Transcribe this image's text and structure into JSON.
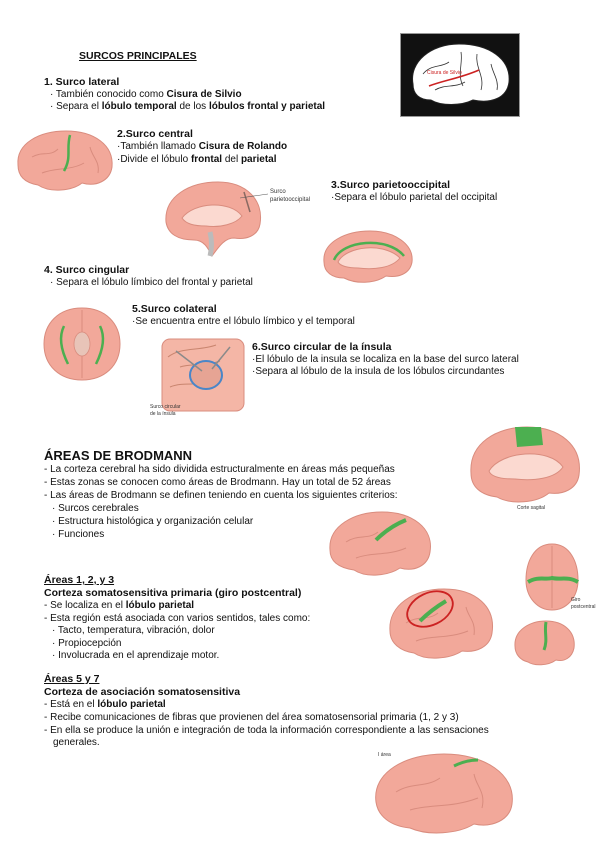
{
  "title": "SURCOS PRINCIPALES",
  "s1": {
    "heading": "1.  Surco lateral",
    "b1_pre": "·  También conocido como ",
    "b1_bold": "Cisura de Silvio",
    "b2_pre": "·  Separa el ",
    "b2_bold1": "lóbulo temporal",
    "b2_mid": " de los ",
    "b2_bold2": "lóbulos frontal y parietal"
  },
  "s2": {
    "heading": "2.Surco central",
    "b1_pre": "·También llamado ",
    "b1_bold": "Cisura de Rolando",
    "b2_pre": "·Divide el lóbulo ",
    "b2_bold1": "frontal",
    "b2_mid": " del ",
    "b2_bold2": "parietal"
  },
  "s3": {
    "heading": "3.Surco parietooccipital",
    "b1": "·Separa el lóbulo parietal del occipital",
    "label": [
      "Surco",
      "parietooccipital"
    ]
  },
  "s4": {
    "heading": "4.  Surco cingular",
    "b1": "·  Separa el lóbulo límbico del frontal y parietal"
  },
  "s5": {
    "heading": "5.Surco colateral",
    "b1": "·Se encuentra entre el lóbulo límbico y el temporal"
  },
  "s6": {
    "heading": "6.Surco circular de la ínsula",
    "b1": "·El lóbulo de la insula se localiza en la base del surco lateral",
    "b2": "·Separa al lóbulo de la insula de los lóbulos circundantes",
    "label": [
      "Surco circular",
      "de la ínsula"
    ]
  },
  "brodmann": {
    "heading": "ÁREAS DE BRODMANN",
    "items": [
      "-  La corteza cerebral ha sido dividida estructuralmente en áreas más pequeñas",
      "-  Estas zonas se conocen como áreas de Brodmann. Hay un total de 52 áreas",
      "-  Las áreas de Brodmann se definen teniendo en cuenta los siguientes criterios:"
    ],
    "sub": [
      "·  Surcos cerebrales",
      "·  Estructura histológica y organización celular",
      "·  Funciones"
    ],
    "sagital_label": "Corte sagital"
  },
  "areas123": {
    "heading": "Áreas 1, 2, y 3",
    "subheading": "Corteza somatosensitiva primaria (giro postcentral)",
    "i1_pre": "-  Se localiza en el ",
    "i1_bold": "lóbulo parietal",
    "i2": "-  Esta región está asociada con varios sentidos, tales como:",
    "sub": [
      "·  Tacto, temperatura, vibración, dolor",
      "·  Propiocepción",
      "·  Involucrada en el aprendizaje motor."
    ],
    "giro_label": [
      "Giro",
      "postcentral"
    ]
  },
  "areas57": {
    "heading": "Áreas 5 y 7",
    "subheading": "Corteza de asociación somatosensitiva",
    "i1_pre": "-  Está en el ",
    "i1_bold": "lóbulo parietal",
    "i2": "-  Recibe comunicaciones de fibras que provienen del área somatosensorial primaria (1, 2 y 3)",
    "i3a": "-  En ella se produce la unión e integración de toda la información correspondiente a las sensaciones",
    "i3b": "generales.",
    "img_label": "I área"
  },
  "fig_top_label": [
    "Cisura de Silvio"
  ],
  "colors": {
    "brain": "#f2a89a",
    "brainDark": "#d98c7e",
    "highlight": "#4caf50",
    "circle": "#cc2222"
  }
}
